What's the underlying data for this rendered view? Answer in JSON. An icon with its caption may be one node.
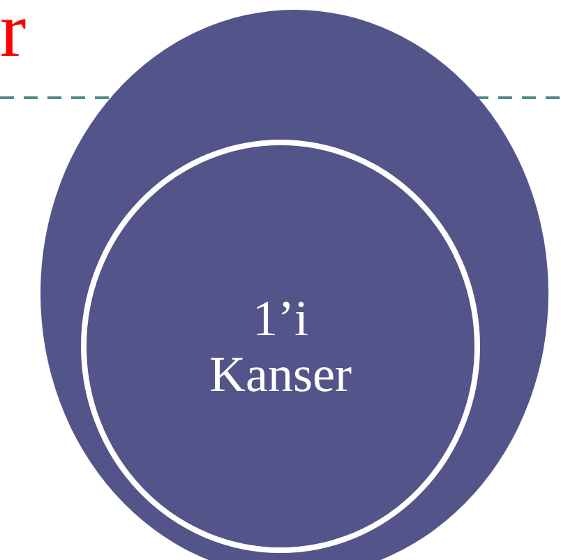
{
  "diagram": {
    "nodes": [
      {
        "text": [],
        "shape": "circle"
      },
      {
        "text": [
          "1’i Kanser"
        ],
        "in": 0
      }
    ],
    "labels": [
      "r"
    ]
  }
}
